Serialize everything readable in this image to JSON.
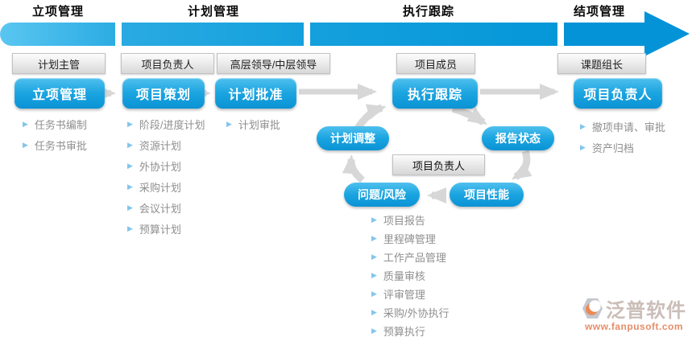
{
  "phases": [
    {
      "label": "立项管理"
    },
    {
      "label": "计划管理"
    },
    {
      "label": "执行跟踪"
    },
    {
      "label": "结项管理"
    }
  ],
  "roles": [
    {
      "label": "计划主管"
    },
    {
      "label": "项目负责人"
    },
    {
      "label": "高层领导/中层领导"
    },
    {
      "label": "项目成员"
    },
    {
      "label": "课题组长"
    }
  ],
  "steps": [
    {
      "label": "立项管理",
      "items": [
        "任务书编制",
        "任务书审批"
      ]
    },
    {
      "label": "项目策划",
      "items": [
        "阶段/进度计划",
        "资源计划",
        "外协计划",
        "采购计划",
        "会议计划",
        "预算计划"
      ]
    },
    {
      "label": "计划批准",
      "items": [
        "计划审批"
      ]
    },
    {
      "label": "执行跟踪",
      "items": [
        "项目报告",
        "里程碑管理",
        "工作产品管理",
        "质量审核",
        "评审管理",
        "采购/外协执行",
        "预算执行"
      ]
    },
    {
      "label": "项目负责人",
      "items": [
        "撤项申请、审批",
        "资产归档"
      ]
    }
  ],
  "cycle": {
    "center_label": "项目负责人",
    "nodes": [
      {
        "label": "计划调整"
      },
      {
        "label": "报告状态"
      },
      {
        "label": "项目性能"
      },
      {
        "label": "问题/风险"
      }
    ]
  },
  "logo": {
    "name": "泛普软件",
    "url": "www.fanpusoft.com"
  },
  "colors": {
    "bar_blue_light": "#5ac6f1",
    "bar_blue_dark": "#0493d7",
    "node_blue_top": "#4fc0ee",
    "node_blue_bottom": "#0b93d5",
    "arrow_gray": "#d7d7d7",
    "list_text": "#8f8f8f",
    "bullet_blue": "#82c6eb",
    "logo_orange": "#e27a4e"
  }
}
